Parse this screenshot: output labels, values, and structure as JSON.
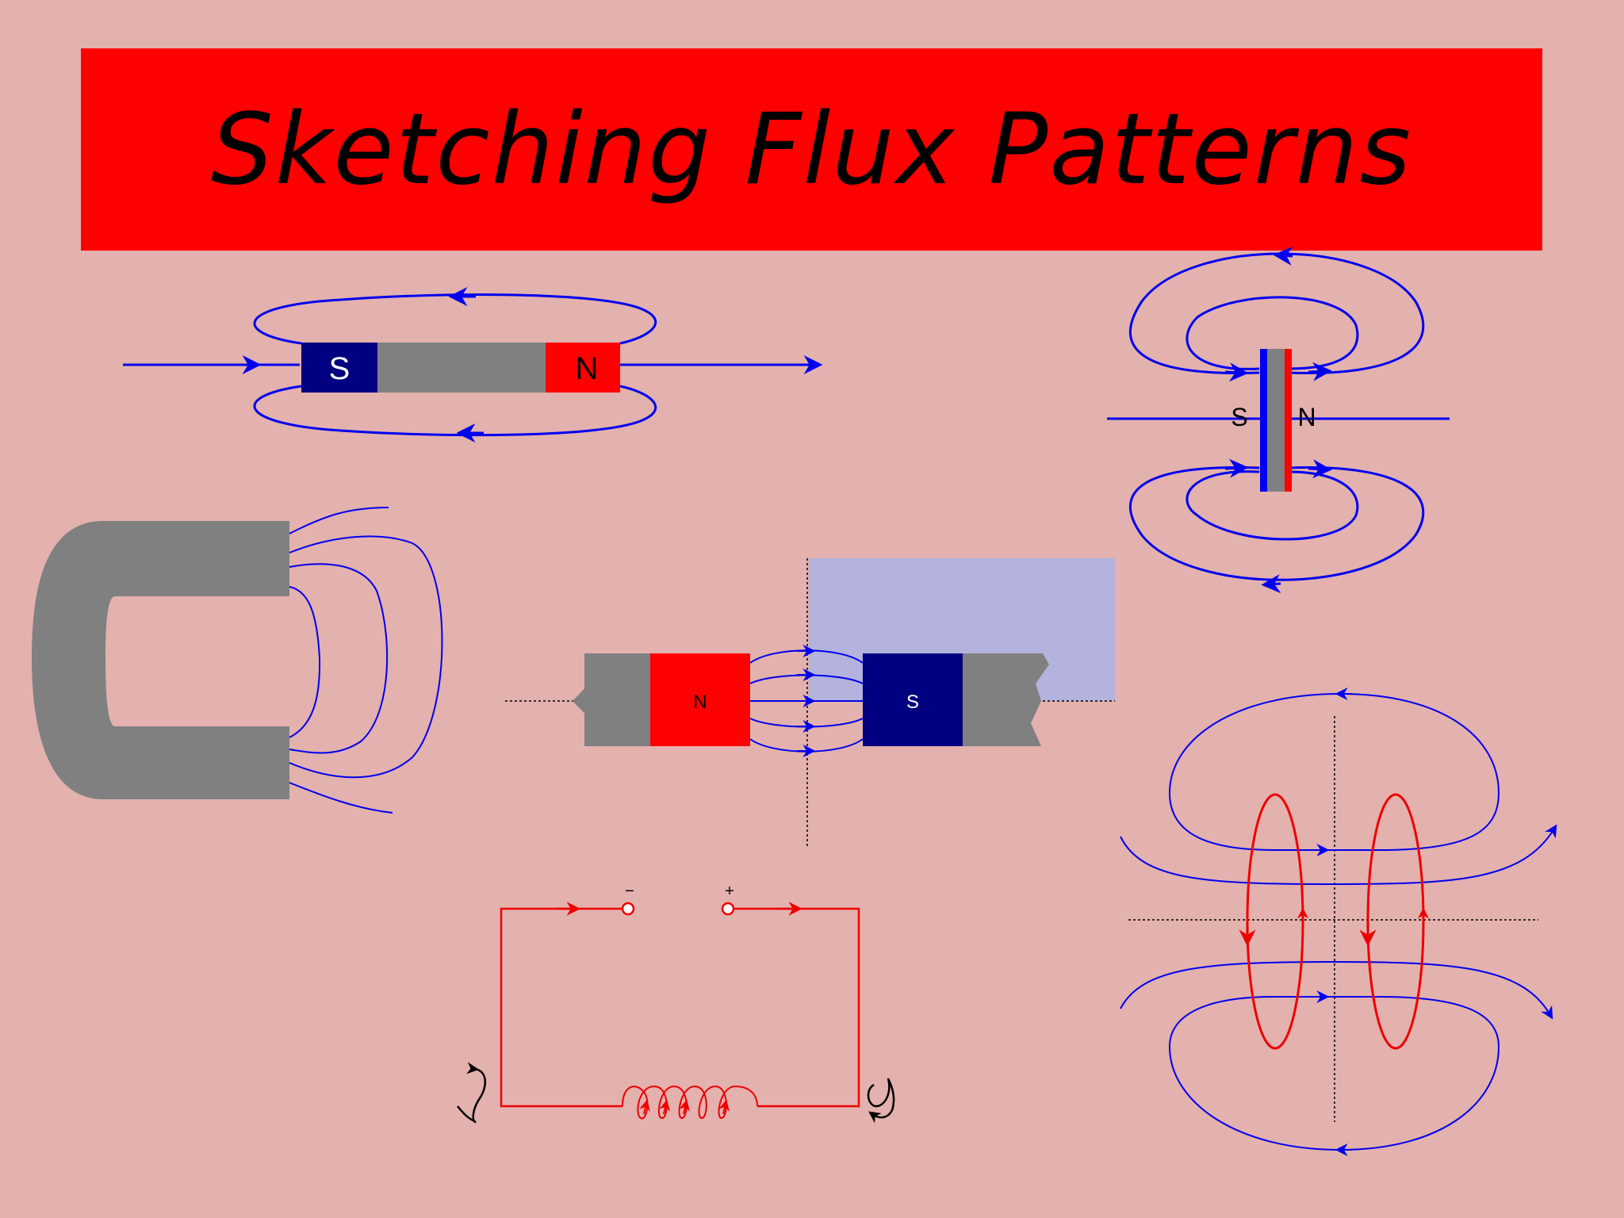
{
  "title": "Sketching Flux Patterns",
  "colors": {
    "background": "#e3b1ae",
    "banner": "#ff0000",
    "field_line": "#0000ee",
    "north_pole": "#ff0000",
    "south_pole": "#000080",
    "magnet_body": "#808080",
    "current": "#ee0000",
    "highlight_box": "#b3b3dd"
  },
  "bar_magnet": {
    "south_label": "S",
    "north_label": "N"
  },
  "thin_magnet": {
    "south_label": "S",
    "north_label": "N"
  },
  "facing_magnets": {
    "north_label": "N",
    "south_label": "S"
  },
  "circuit": {
    "minus_label": "−",
    "plus_label": "+"
  }
}
